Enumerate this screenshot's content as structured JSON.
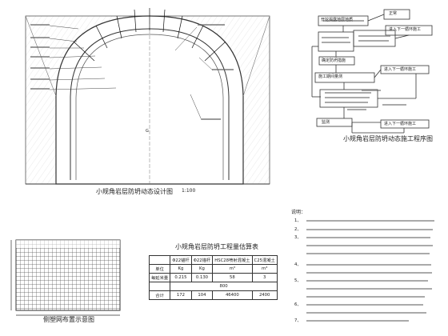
{
  "drawing": {
    "tunnel_title": "小规角岩层防坍动态设计图",
    "tunnel_scale": "1:100",
    "flow_title": "小规角岩层防坍动态施工程序图",
    "mesh_title": "侧塑网布置示意图",
    "table_title": "小规角岩层防坍工程量估算表",
    "notes_title": "说明：",
    "tunnel_label_center": "G",
    "flow_label_left_top": "开挖揭露地层地质",
    "flow_label_right_top": "正常",
    "flow_label_go_next_1": "进入下一循环施工",
    "flow_label_go_next_2": "进入下一循环施工",
    "flow_label_go_next_3": "进入下一循环施工",
    "flow_label_measure": "施工期间量测",
    "flow_label_monitor": "监测",
    "flow_label_adjust": "确定防坍措施"
  },
  "quantity_table": {
    "headers": [
      "",
      "Φ22锚杆",
      "Φ22锚杆",
      "HSC28喷射混凝土",
      "C25混凝土"
    ],
    "units": [
      "单位",
      "Kg",
      "Kg",
      "m³",
      "m³"
    ],
    "row1": [
      "每延米量",
      "0.215",
      "0.130",
      "58",
      "3"
    ],
    "row2": [
      "",
      "800",
      "",
      "",
      ""
    ],
    "row3": [
      "合计",
      "172",
      "104",
      "46400",
      "2400"
    ]
  },
  "notes": [
    "1、",
    "2、",
    "3、",
    "4、",
    "5、",
    "6、",
    "7、"
  ]
}
